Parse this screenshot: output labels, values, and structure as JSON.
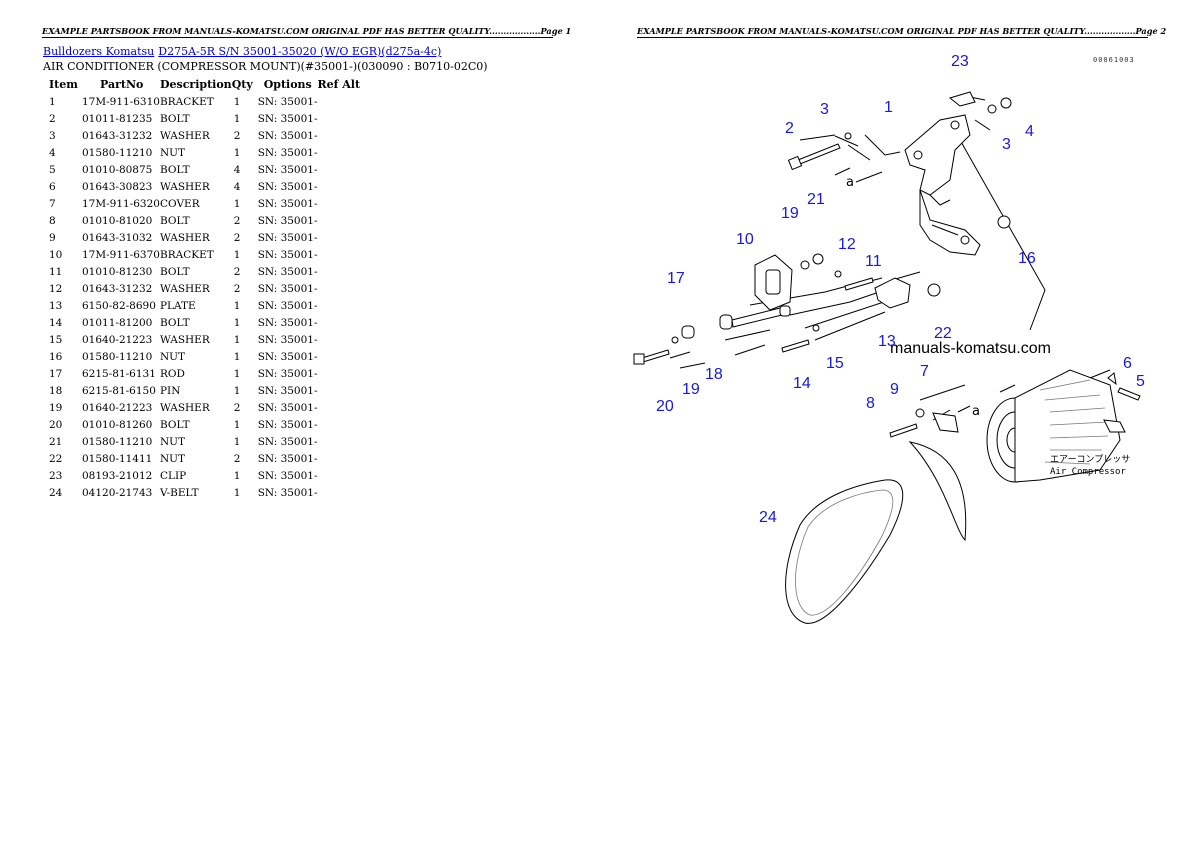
{
  "header": {
    "page1": "EXAMPLE PARTSBOOK FROM MANUALS-KOMATSU.COM ORIGINAL PDF HAS BETTER QUALITY..................Page 1",
    "page2": "EXAMPLE PARTSBOOK FROM MANUALS-KOMATSU.COM ORIGINAL PDF HAS BETTER QUALITY..................Page 2"
  },
  "breadcrumb": {
    "link1": "Bulldozers Komatsu",
    "link2": "D275A-5R S/N 35001-35020 (W/O EGR)(d275a-4c)"
  },
  "subtitle": "AIR CONDITIONER (COMPRESSOR MOUNT)(#35001-)(030090 : B0710-02C0)",
  "table": {
    "headers": [
      "Item",
      "PartNo",
      "Description",
      "Qty",
      "Options",
      "Ref Alt"
    ],
    "rows": [
      [
        "1",
        "17M-911-6310",
        "BRACKET",
        "1",
        "SN: 35001-",
        ""
      ],
      [
        "2",
        "01011-81235",
        "BOLT",
        "1",
        "SN: 35001-",
        ""
      ],
      [
        "3",
        "01643-31232",
        "WASHER",
        "2",
        "SN: 35001-",
        ""
      ],
      [
        "4",
        "01580-11210",
        "NUT",
        "1",
        "SN: 35001-",
        ""
      ],
      [
        "5",
        "01010-80875",
        "BOLT",
        "4",
        "SN: 35001-",
        ""
      ],
      [
        "6",
        "01643-30823",
        "WASHER",
        "4",
        "SN: 35001-",
        ""
      ],
      [
        "7",
        "17M-911-6320",
        "COVER",
        "1",
        "SN: 35001-",
        ""
      ],
      [
        "8",
        "01010-81020",
        "BOLT",
        "2",
        "SN: 35001-",
        ""
      ],
      [
        "9",
        "01643-31032",
        "WASHER",
        "2",
        "SN: 35001-",
        ""
      ],
      [
        "10",
        "17M-911-6370",
        "BRACKET",
        "1",
        "SN: 35001-",
        ""
      ],
      [
        "11",
        "01010-81230",
        "BOLT",
        "2",
        "SN: 35001-",
        ""
      ],
      [
        "12",
        "01643-31232",
        "WASHER",
        "2",
        "SN: 35001-",
        ""
      ],
      [
        "13",
        "6150-82-8690",
        "PLATE",
        "1",
        "SN: 35001-",
        ""
      ],
      [
        "14",
        "01011-81200",
        "BOLT",
        "1",
        "SN: 35001-",
        ""
      ],
      [
        "15",
        "01640-21223",
        "WASHER",
        "1",
        "SN: 35001-",
        ""
      ],
      [
        "16",
        "01580-11210",
        "NUT",
        "1",
        "SN: 35001-",
        ""
      ],
      [
        "17",
        "6215-81-6131",
        "ROD",
        "1",
        "SN: 35001-",
        ""
      ],
      [
        "18",
        "6215-81-6150",
        "PIN",
        "1",
        "SN: 35001-",
        ""
      ],
      [
        "19",
        "01640-21223",
        "WASHER",
        "2",
        "SN: 35001-",
        ""
      ],
      [
        "20",
        "01010-81260",
        "BOLT",
        "1",
        "SN: 35001-",
        ""
      ],
      [
        "21",
        "01580-11210",
        "NUT",
        "1",
        "SN: 35001-",
        ""
      ],
      [
        "22",
        "01580-11411",
        "NUT",
        "2",
        "SN: 35001-",
        ""
      ],
      [
        "23",
        "08193-21012",
        "CLIP",
        "1",
        "SN: 35001-",
        ""
      ],
      [
        "24",
        "04120-21743",
        "V-BELT",
        "1",
        "SN: 35001-",
        ""
      ]
    ]
  },
  "diagram": {
    "code": "00061003",
    "watermark": "manuals-komatsu.com",
    "label_jp": "エアーコンプレッサ",
    "label_en": "Air Compressor",
    "ref_mark": "a",
    "callouts": [
      "1",
      "2",
      "3",
      "3",
      "4",
      "5",
      "6",
      "7",
      "8",
      "9",
      "10",
      "11",
      "12",
      "13",
      "14",
      "15",
      "16",
      "17",
      "18",
      "19",
      "19",
      "20",
      "21",
      "22",
      "23",
      "24"
    ]
  }
}
